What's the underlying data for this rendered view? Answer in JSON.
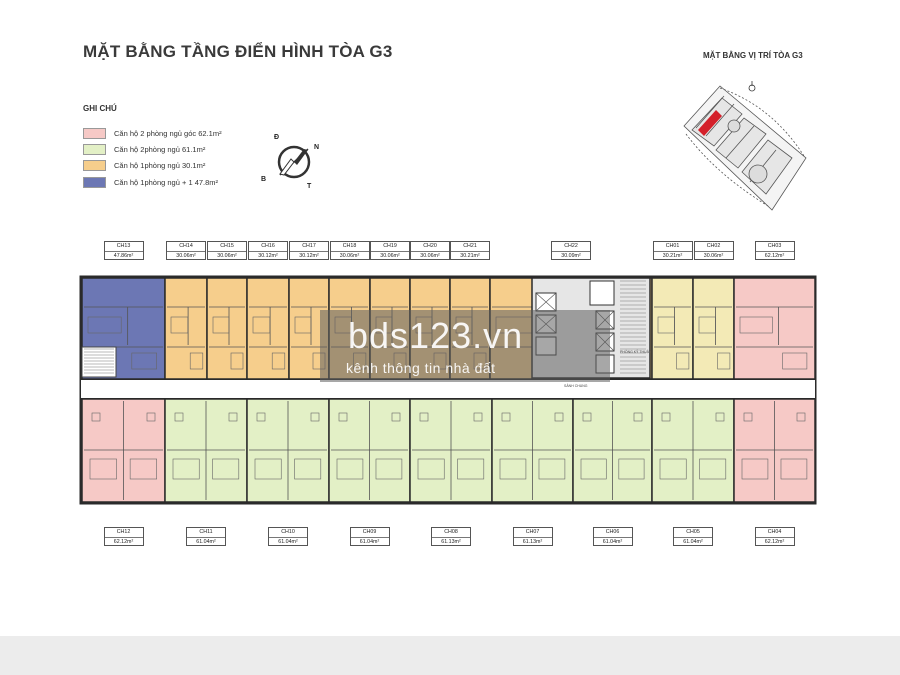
{
  "title": "MẶT BẰNG TẦNG ĐIỂN HÌNH TÒA G3",
  "location_title": "MẶT BẰNG VỊ TRÍ TÒA G3",
  "legend": {
    "title": "GHI CHÚ",
    "items": [
      {
        "label": "Căn hộ 2 phòng ngủ góc 62.1m²",
        "color": "#f6c9c6"
      },
      {
        "label": "Căn hộ 2phòng ngủ  61.1m²",
        "color": "#e3f0c6"
      },
      {
        "label": "Căn hộ 1phòng ngủ  30.1m²",
        "color": "#f6ce8c"
      },
      {
        "label": "Căn hộ 1phòng ngủ  + 1 47.8m²",
        "color": "#6c77b4"
      }
    ]
  },
  "compass": {
    "north": "Đ",
    "east": "N",
    "west": "B",
    "south": "T"
  },
  "units_top": [
    {
      "id": "CH13",
      "area": "47.86m²",
      "type": "1br_plus"
    },
    {
      "id": "CH14",
      "area": "30.06m²",
      "type": "1br"
    },
    {
      "id": "CH15",
      "area": "30.06m²",
      "type": "1br"
    },
    {
      "id": "CH16",
      "area": "30.12m²",
      "type": "1br"
    },
    {
      "id": "CH17",
      "area": "30.12m²",
      "type": "1br"
    },
    {
      "id": "CH18",
      "area": "30.06m²",
      "type": "1br"
    },
    {
      "id": "CH19",
      "area": "30.06m²",
      "type": "1br"
    },
    {
      "id": "CH20",
      "area": "30.06m²",
      "type": "1br"
    },
    {
      "id": "CH21",
      "area": "30.21m²",
      "type": "1br"
    },
    {
      "id": "CH22",
      "area": "30.09m²",
      "type": "1br"
    },
    {
      "id": "CH01",
      "area": "30.21m²",
      "type": "1br_light"
    },
    {
      "id": "CH02",
      "area": "30.06m²",
      "type": "1br_light"
    },
    {
      "id": "CH03",
      "area": "62.12m²",
      "type": "corner"
    }
  ],
  "units_bottom": [
    {
      "id": "CH12",
      "area": "62.12m²",
      "type": "corner"
    },
    {
      "id": "CH11",
      "area": "61.04m²",
      "type": "2br"
    },
    {
      "id": "CH10",
      "area": "61.04m²",
      "type": "2br"
    },
    {
      "id": "CH09",
      "area": "61.04m²",
      "type": "2br"
    },
    {
      "id": "CH08",
      "area": "61.13m²",
      "type": "2br"
    },
    {
      "id": "CH07",
      "area": "61.13m²",
      "type": "2br"
    },
    {
      "id": "CH06",
      "area": "61.04m²",
      "type": "2br"
    },
    {
      "id": "CH05",
      "area": "61.04m²",
      "type": "2br"
    },
    {
      "id": "CH04",
      "area": "62.12m²",
      "type": "corner"
    }
  ],
  "core_labels": {
    "corridor": "SẢNH CHUNG",
    "service": "PHÒNG KỸ THUẬT"
  },
  "watermark": {
    "big": "bds123.vn",
    "small": "kênh thông tin nhà đất"
  },
  "colors": {
    "corner": "#f6c9c6",
    "2br": "#e3f0c6",
    "1br": "#f6ce8c",
    "1br_light": "#f3eab6",
    "1br_plus": "#6c77b4",
    "wall": "#2a2a2a",
    "core": "#d9d9d9"
  }
}
